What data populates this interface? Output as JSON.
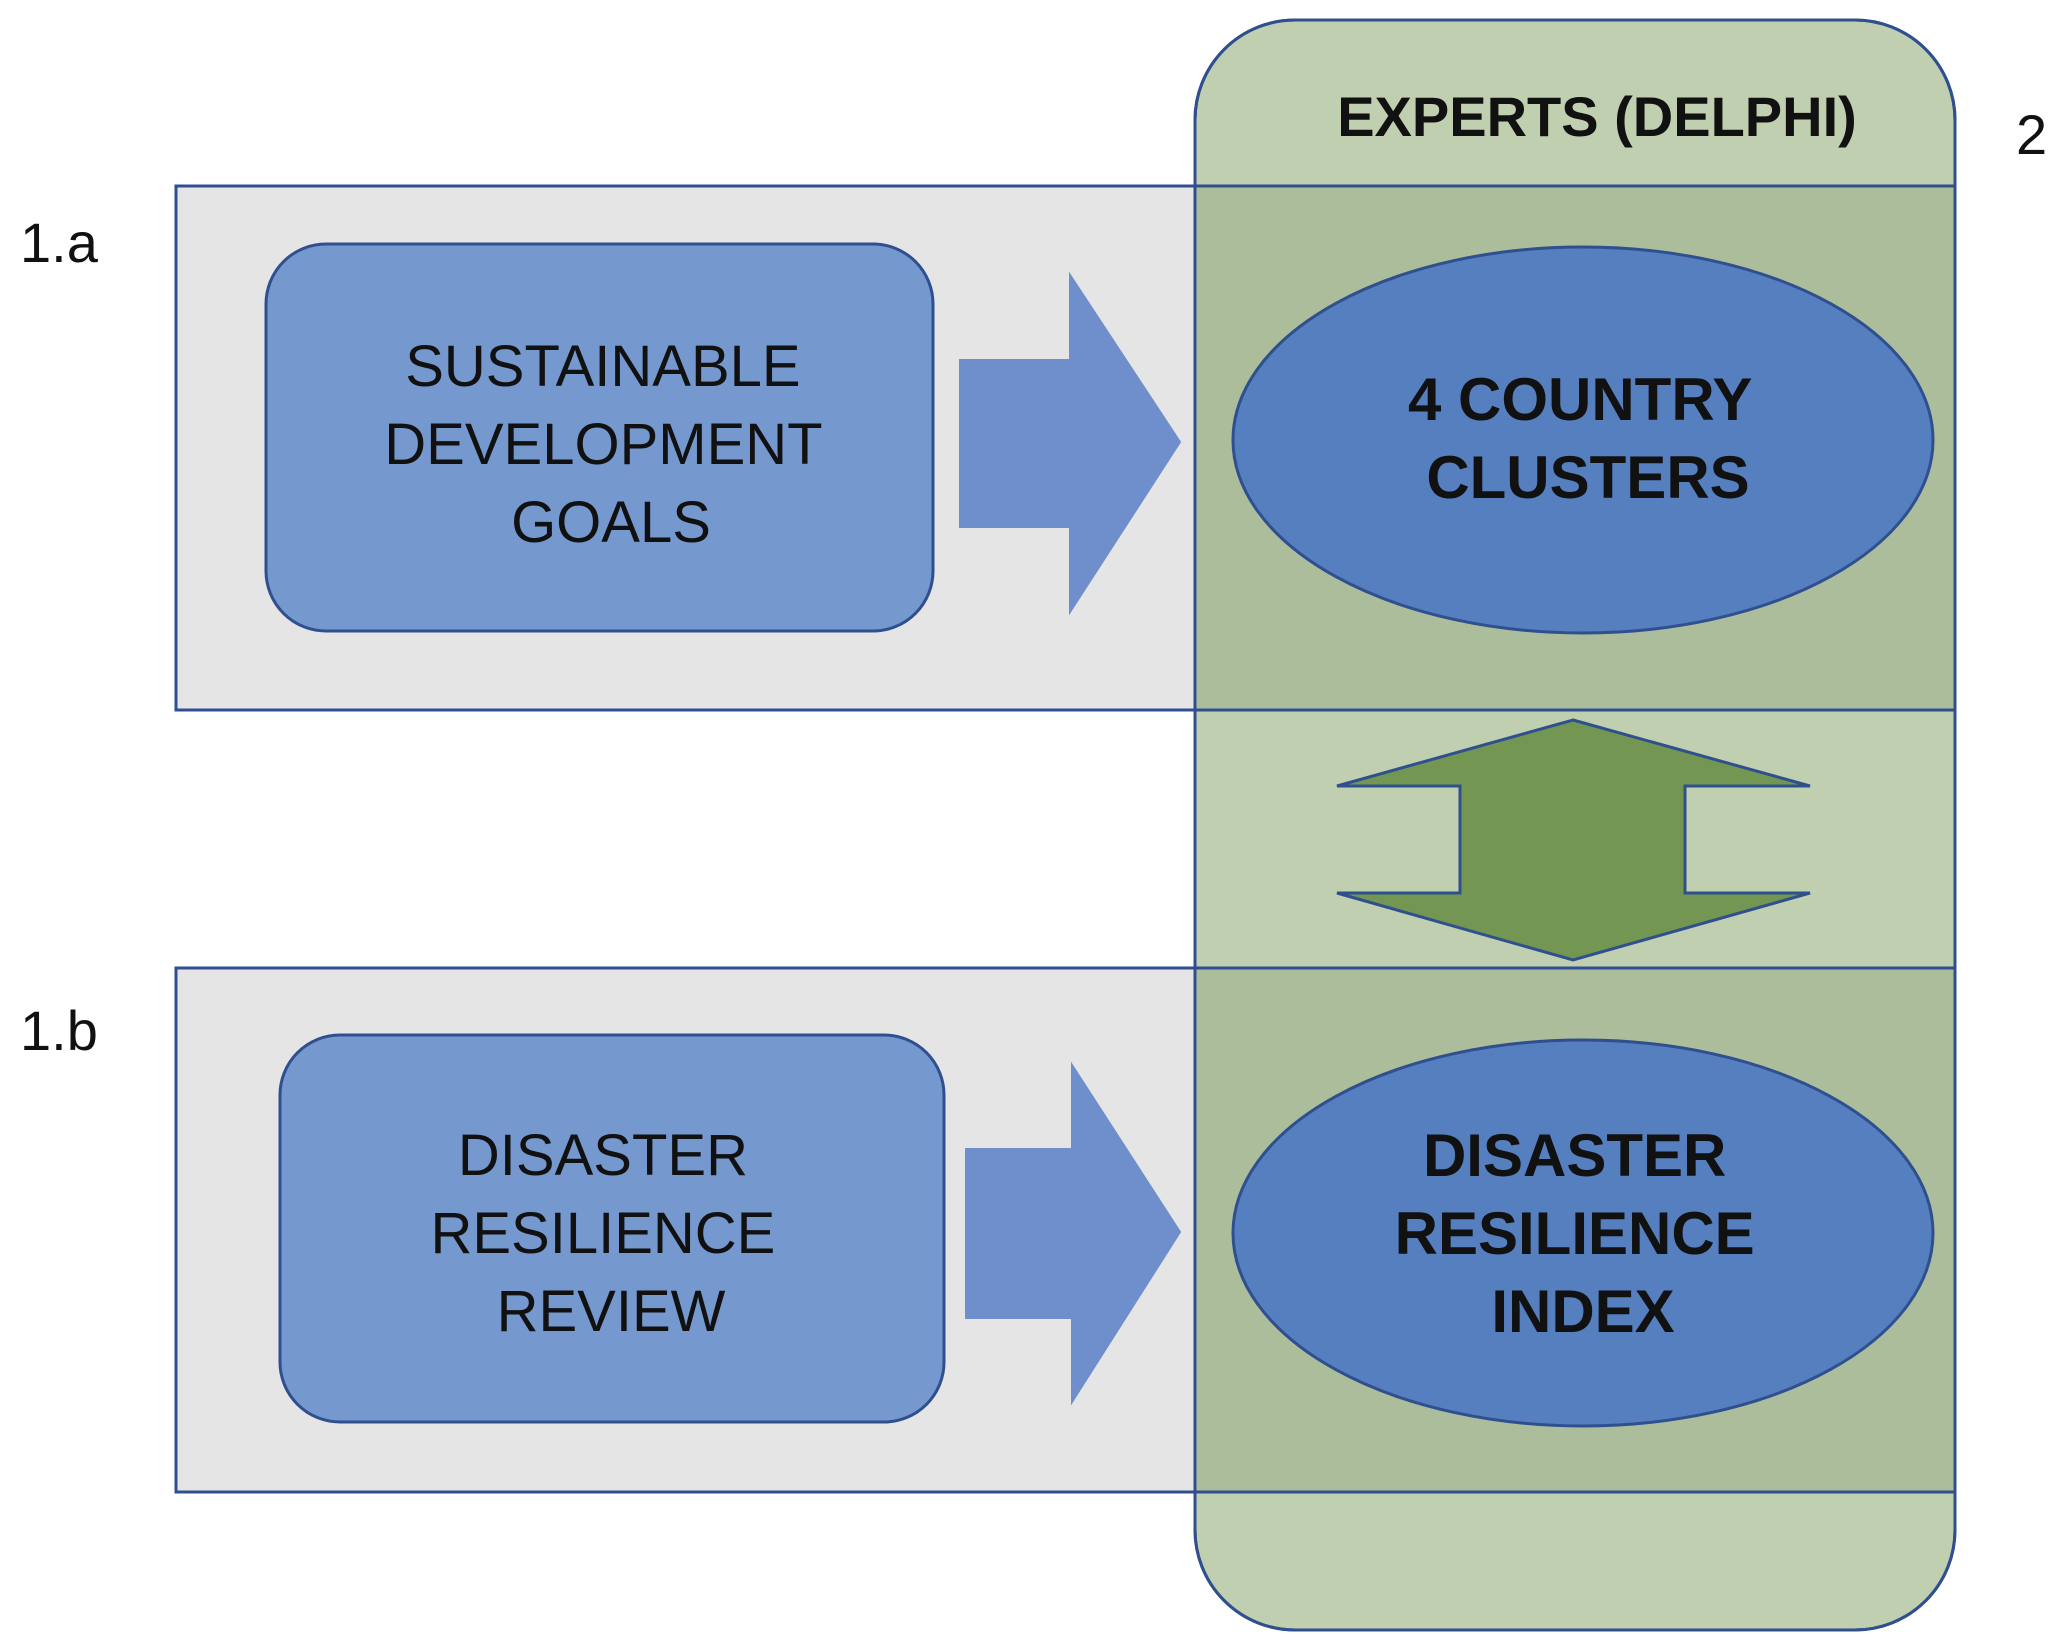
{
  "steps": {
    "step_1a": "1.a",
    "step_1b": "1.b",
    "step_2": "2"
  },
  "experts_column": {
    "title": "EXPERTS (DELPHI)"
  },
  "row_1a": {
    "source_box": [
      "SUSTAINABLE",
      "DEVELOPMENT",
      "GOALS"
    ],
    "result_ellipse": [
      "4 COUNTRY",
      "CLUSTERS"
    ]
  },
  "row_1b": {
    "source_box": [
      "DISASTER",
      "RESILIENCE",
      "REVIEW"
    ],
    "result_ellipse": [
      "DISASTER",
      "RESILIENCE",
      "INDEX"
    ]
  },
  "colors": {
    "panel_gray": "#e6e5e6",
    "column_green": "#bfcfb0",
    "overlap_green": "#acbd9b",
    "box_blue": "#7598cf",
    "ellipse_blue": "#557fbf",
    "arrow_blue": "#6e8fcc",
    "double_arrow_green": "#739753",
    "outline_blue": "#2f4f8f"
  }
}
